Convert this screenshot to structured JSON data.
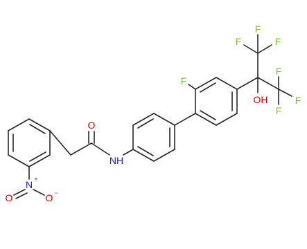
{
  "atom_colors": {
    "F": "#7dbb3a",
    "O": "#e00000",
    "N": "#1e1ec8",
    "C": "#262626"
  },
  "labels": {
    "carbonyl_O": "O",
    "amide_N": "NH",
    "nitro_N": "N",
    "nitro_N_charge": "+",
    "nitro_O_left": "O",
    "nitro_O_right": "O",
    "nitro_O_charge": "−",
    "aryl_F": "F",
    "hydroxyl": "OH",
    "cf3_top_F1": "F",
    "cf3_top_F2": "F",
    "cf3_top_F3": "F",
    "cf3_right_F1": "F",
    "cf3_right_F2": "F",
    "cf3_right_F3": "F"
  }
}
